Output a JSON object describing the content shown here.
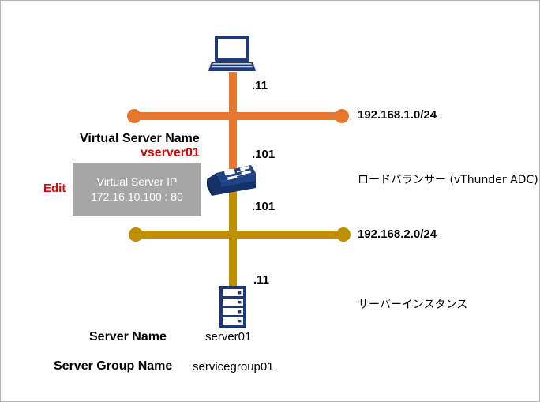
{
  "diagram": {
    "title": "Load balancer network diagram",
    "colors": {
      "network1": "#E8772E",
      "network2": "#BF8F00",
      "device": "#1F3A7A",
      "box_fill": "#A6A6A6",
      "accent_red": "#E00000",
      "text": "#000000",
      "border": "#B4B4B4"
    },
    "networks": [
      {
        "name": "network-1",
        "label": "192.168.1.0/24",
        "color": "#E8772E"
      },
      {
        "name": "network-2",
        "label": "192.168.2.0/24",
        "color": "#BF8F00"
      }
    ],
    "nodes": {
      "client": {
        "icon": "laptop-icon",
        "ip_suffix": ".11"
      },
      "load_balancer": {
        "icon": "network-switch-icon",
        "ip_suffix_top": ".101",
        "ip_suffix_bottom": ".101",
        "label": "ロードバランサー (vThunder ADC)"
      },
      "server": {
        "icon": "server-rack-icon",
        "ip_suffix": ".11",
        "label": "サーバーインスタンス",
        "name": "server01"
      }
    },
    "annotations": {
      "virtual_server_name_label": "Virtual Server Name",
      "virtual_server_name_value": "vserver01",
      "edit_label": "Edit",
      "virtual_server_ip_title": "Virtual Server IP",
      "virtual_server_ip_value": "172.16.10.100 : 80",
      "server_name_label": "Server Name",
      "server_name_value": "server01",
      "server_group_name_label": "Server Group Name",
      "server_group_name_value": "servicegroup01"
    }
  }
}
